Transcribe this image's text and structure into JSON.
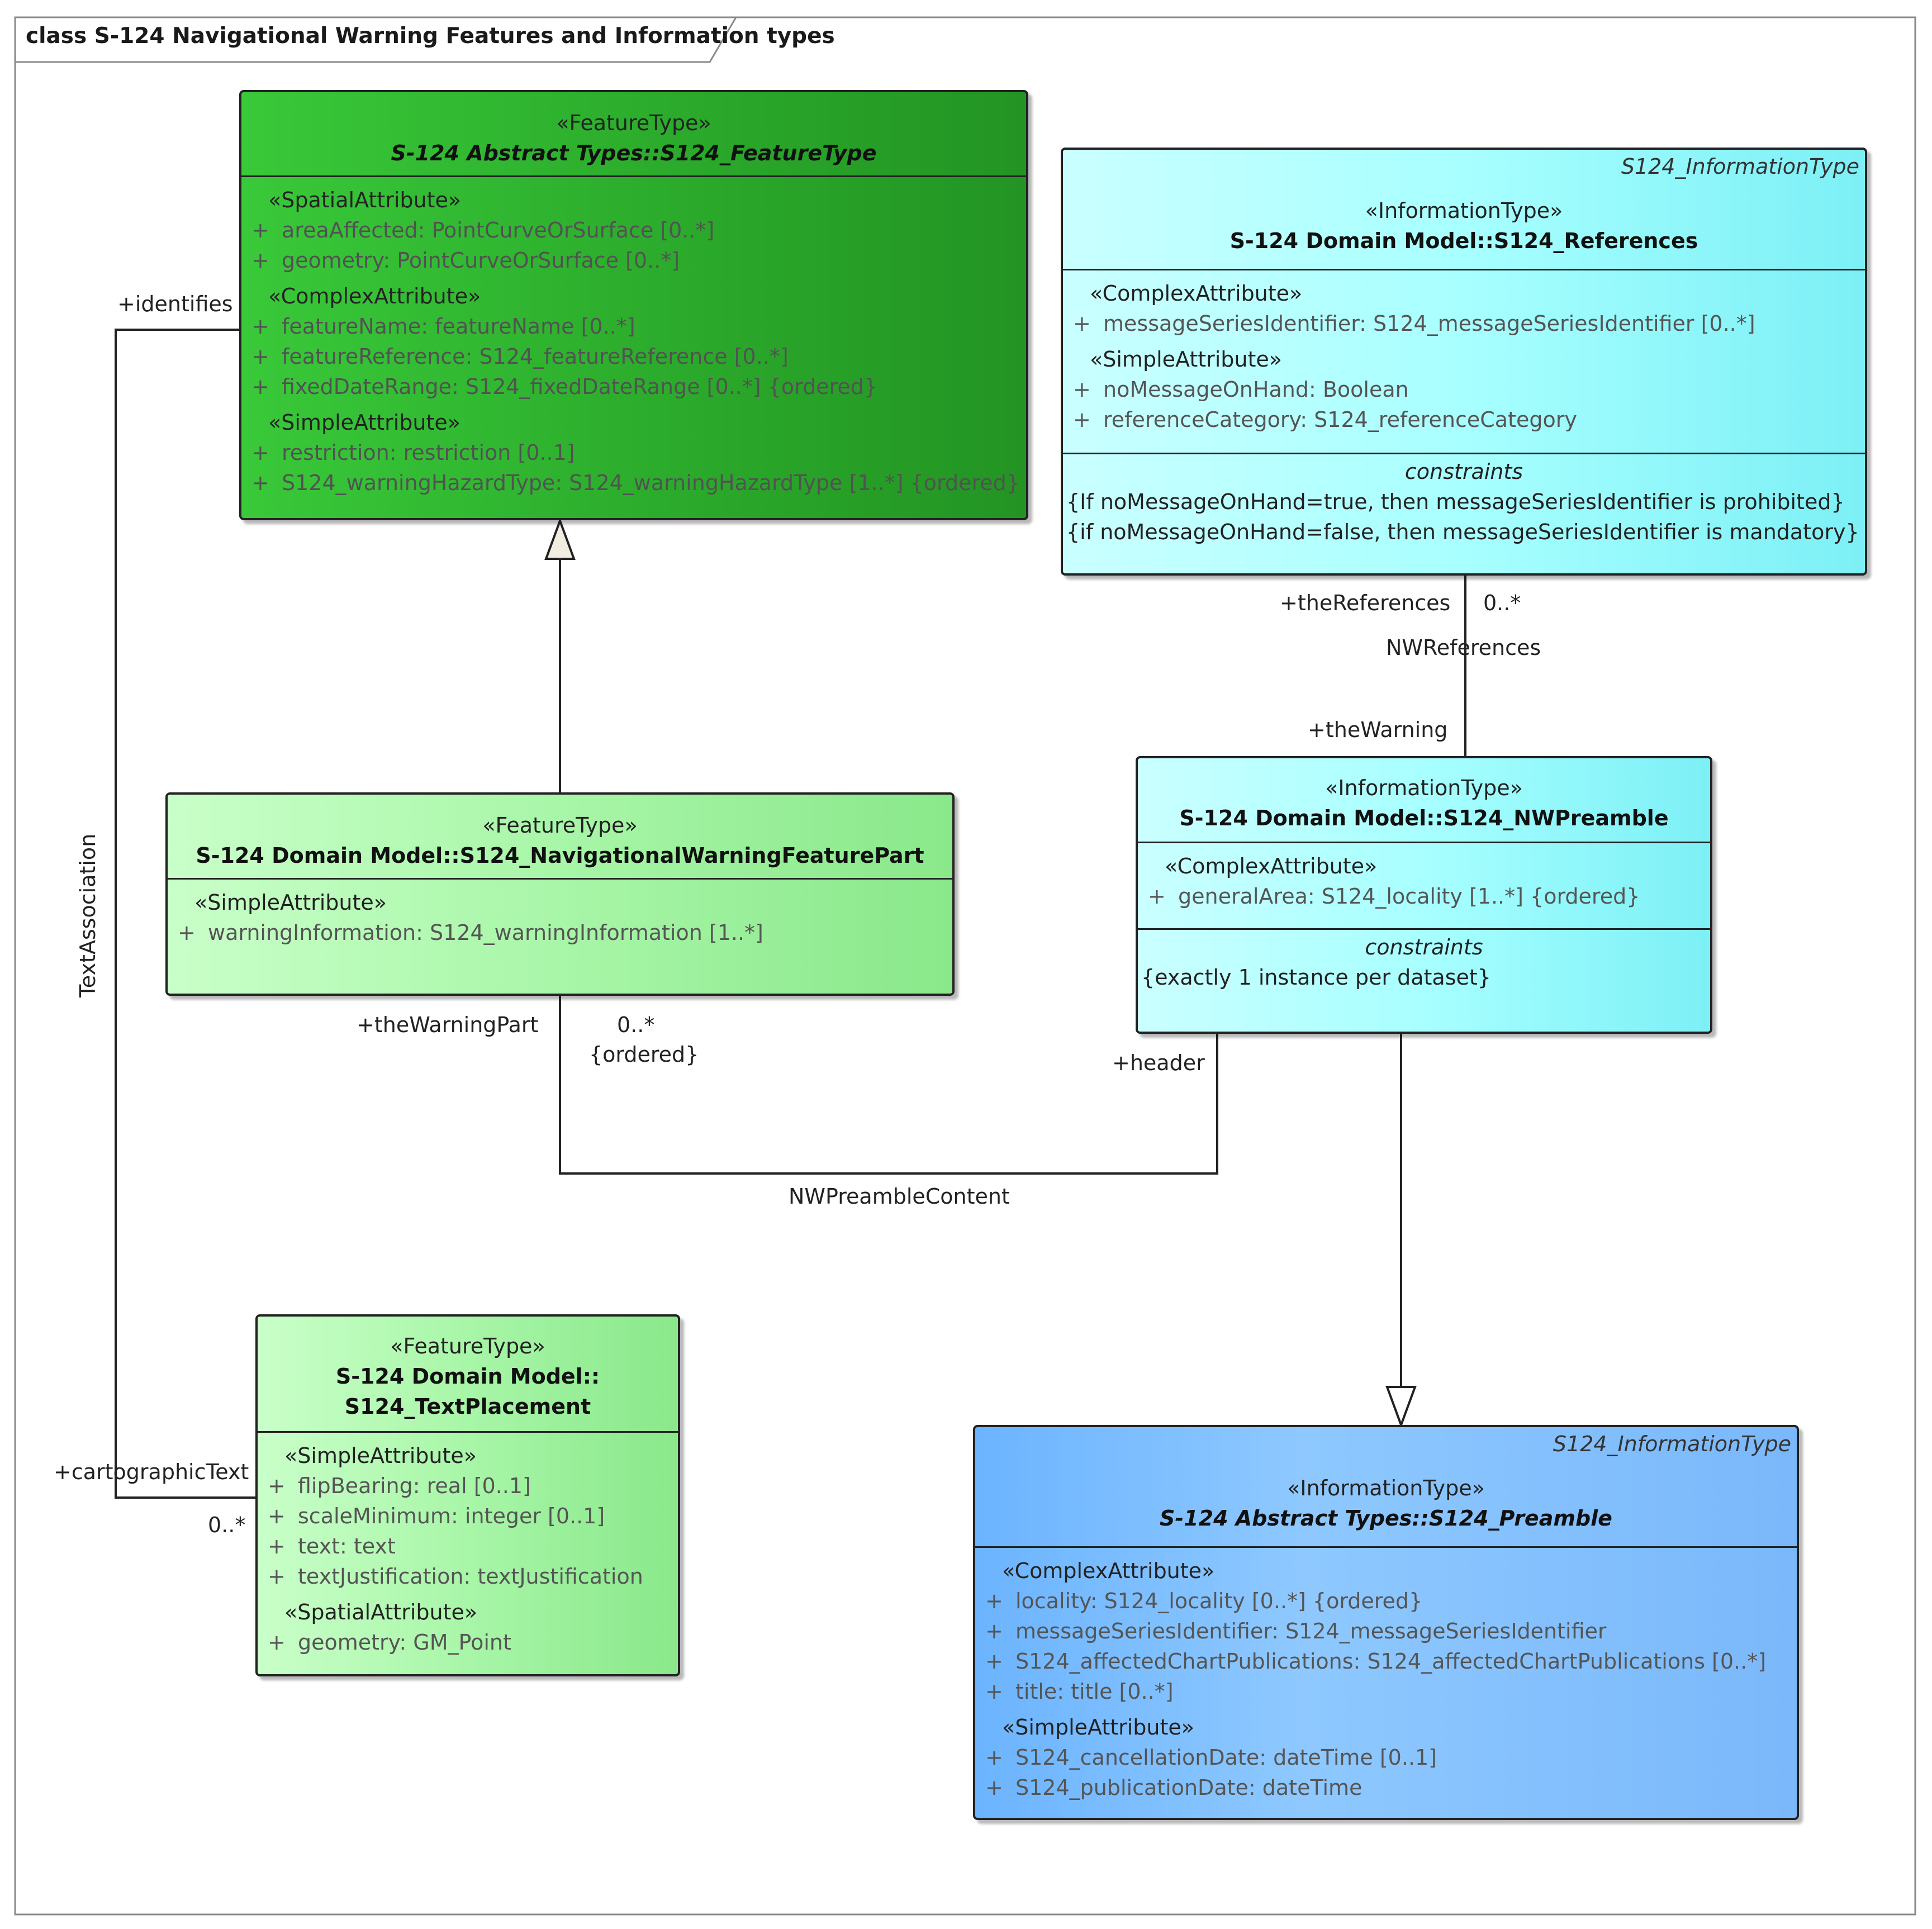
{
  "diagram_title": "class S-124 Navigational Warning Features and Information types",
  "classes": {
    "feature_type": {
      "stereotype": "«FeatureType»",
      "name": "S-124 Abstract Types::S124_FeatureType",
      "groups": [
        {
          "label": "«SpatialAttribute»",
          "attrs": [
            {
              "vis": "+",
              "text": "areaAffected: PointCurveOrSurface [0..*]"
            },
            {
              "vis": "+",
              "text": "geometry: PointCurveOrSurface [0..*]"
            }
          ]
        },
        {
          "label": "«ComplexAttribute»",
          "attrs": [
            {
              "vis": "+",
              "text": "featureName: featureName [0..*]"
            },
            {
              "vis": "+",
              "text": "featureReference: S124_featureReference [0..*]"
            },
            {
              "vis": "+",
              "text": "fixedDateRange: S124_fixedDateRange [0..*] {ordered}"
            }
          ]
        },
        {
          "label": "«SimpleAttribute»",
          "attrs": [
            {
              "vis": "+",
              "text": "restriction: restriction [0..1]"
            },
            {
              "vis": "+",
              "text": "S124_warningHazardType: S124_warningHazardType [1..*] {ordered}"
            }
          ]
        }
      ]
    },
    "references": {
      "tag": "S124_InformationType",
      "stereotype": "«InformationType»",
      "name": "S-124 Domain Model::S124_References",
      "groups": [
        {
          "label": "«ComplexAttribute»",
          "attrs": [
            {
              "vis": "+",
              "text": "messageSeriesIdentifier: S124_messageSeriesIdentifier [0..*]"
            }
          ]
        },
        {
          "label": "«SimpleAttribute»",
          "attrs": [
            {
              "vis": "+",
              "text": "noMessageOnHand: Boolean"
            },
            {
              "vis": "+",
              "text": "referenceCategory: S124_referenceCategory"
            }
          ]
        }
      ],
      "constraints_title": "constraints",
      "constraints": [
        "{If noMessageOnHand=true, then messageSeriesIdentifier is prohibited}",
        "{if noMessageOnHand=false, then messageSeriesIdentifier is mandatory}"
      ]
    },
    "nw_feature_part": {
      "stereotype": "«FeatureType»",
      "name": "S-124 Domain Model::S124_NavigationalWarningFeaturePart",
      "groups": [
        {
          "label": "«SimpleAttribute»",
          "attrs": [
            {
              "vis": "+",
              "text": "warningInformation: S124_warningInformation [1..*]"
            }
          ]
        }
      ]
    },
    "nw_preamble": {
      "stereotype": "«InformationType»",
      "name": "S-124 Domain Model::S124_NWPreamble",
      "groups": [
        {
          "label": "«ComplexAttribute»",
          "attrs": [
            {
              "vis": "+",
              "text": "generalArea: S124_locality [1..*] {ordered}"
            }
          ]
        }
      ],
      "constraints_title": "constraints",
      "constraints": [
        "{exactly 1 instance per dataset}"
      ]
    },
    "text_placement": {
      "stereotype": "«FeatureType»",
      "name_line1": "S-124 Domain Model::",
      "name_line2": "S124_TextPlacement",
      "groups": [
        {
          "label": "«SimpleAttribute»",
          "attrs": [
            {
              "vis": "+",
              "text": "flipBearing: real [0..1]"
            },
            {
              "vis": "+",
              "text": "scaleMinimum: integer [0..1]"
            },
            {
              "vis": "+",
              "text": "text: text"
            },
            {
              "vis": "+",
              "text": "textJustification: textJustification"
            }
          ]
        },
        {
          "label": "«SpatialAttribute»",
          "attrs": [
            {
              "vis": "+",
              "text": "geometry: GM_Point"
            }
          ]
        }
      ]
    },
    "preamble": {
      "tag": "S124_InformationType",
      "stereotype": "«InformationType»",
      "name": "S-124 Abstract Types::S124_Preamble",
      "groups": [
        {
          "label": "«ComplexAttribute»",
          "attrs": [
            {
              "vis": "+",
              "text": "locality: S124_locality [0..*] {ordered}"
            },
            {
              "vis": "+",
              "text": "messageSeriesIdentifier: S124_messageSeriesIdentifier"
            },
            {
              "vis": "+",
              "text": "S124_affectedChartPublications: S124_affectedChartPublications [0..*]"
            },
            {
              "vis": "+",
              "text": "title: title [0..*]"
            }
          ]
        },
        {
          "label": "«SimpleAttribute»",
          "attrs": [
            {
              "vis": "+",
              "text": "S124_cancellationDate: dateTime [0..1]"
            },
            {
              "vis": "+",
              "text": "S124_publicationDate: dateTime"
            }
          ]
        }
      ]
    }
  },
  "connector_labels": {
    "identifies": "+identifies",
    "text_association": "TextAssociation",
    "cartographic_text": "+cartographicText",
    "cartographic_mult": "0..*",
    "the_references": "+theReferences",
    "references_mult": "0..*",
    "nw_references": "NWReferences",
    "the_warning": "+theWarning",
    "the_warning_part": "+theWarningPart",
    "warning_part_mult": "0..*",
    "ordered": "{ordered}",
    "header": "+header",
    "nw_preamble_content": "NWPreambleContent"
  }
}
